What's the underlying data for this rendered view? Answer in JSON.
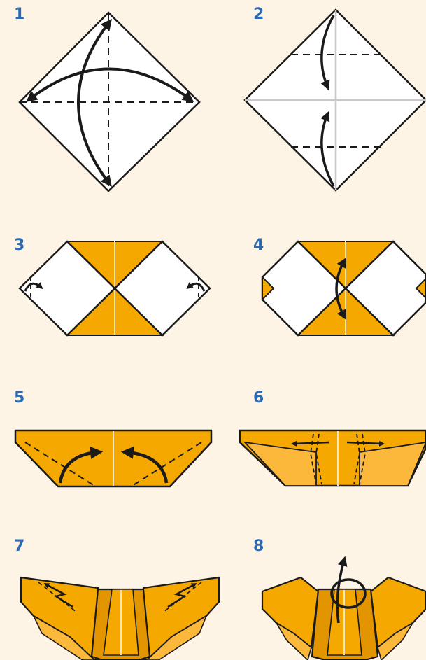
{
  "colors": {
    "background": "#fdf4e6",
    "step_number": "#2c6ab3",
    "paper_front": "#ffffff",
    "paper_back": "#f5a800",
    "paper_back_light": "#fbb83a",
    "paper_back_dark": "#e39500",
    "outline": "#1a1a1a",
    "crease": "#bfbfbf"
  },
  "steps": [
    {
      "number": "1"
    },
    {
      "number": "2"
    },
    {
      "number": "3"
    },
    {
      "number": "4"
    },
    {
      "number": "5"
    },
    {
      "number": "6"
    },
    {
      "number": "7"
    },
    {
      "number": "8"
    }
  ]
}
